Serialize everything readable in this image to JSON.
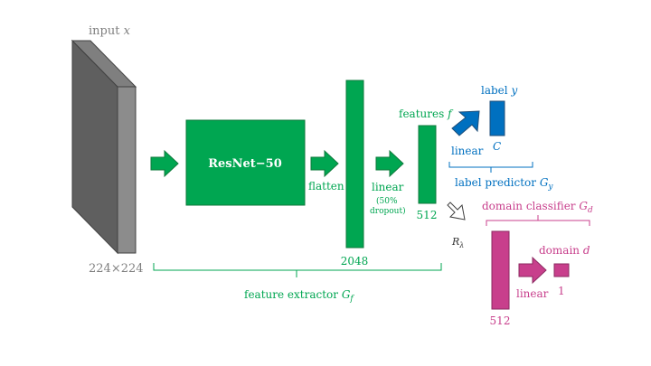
{
  "colors": {
    "green": "#00a651",
    "green_dark": "#0e7a3b",
    "gray": "#7f7f7f",
    "gray_dark": "#5f5f5f",
    "blue": "#0070c0",
    "pink": "#c83f8c"
  },
  "input": {
    "label": "input",
    "var": "x",
    "size": "224×224"
  },
  "resnet": {
    "label": "ResNet−50"
  },
  "flatten": {
    "label": "flatten",
    "dim": "2048"
  },
  "linear_main": {
    "label": "linear",
    "note_line1": "(50%",
    "note_line2": "dropout)"
  },
  "features": {
    "label": "features",
    "var": "f",
    "dim": "512"
  },
  "label_head": {
    "label": "label",
    "var": "y",
    "linear": "linear",
    "C": "C"
  },
  "label_predictor": {
    "label": "label predictor",
    "var": "G",
    "sub": "y"
  },
  "domain_classifier": {
    "label": "domain classifier",
    "var": "G",
    "sub": "d"
  },
  "grl": {
    "var": "R",
    "sub": "λ"
  },
  "domain_head": {
    "dim": "512",
    "linear": "linear",
    "label": "domain",
    "var": "d",
    "out": "1"
  },
  "feature_extractor": {
    "label": "feature extractor",
    "var": "G",
    "sub": "f"
  }
}
